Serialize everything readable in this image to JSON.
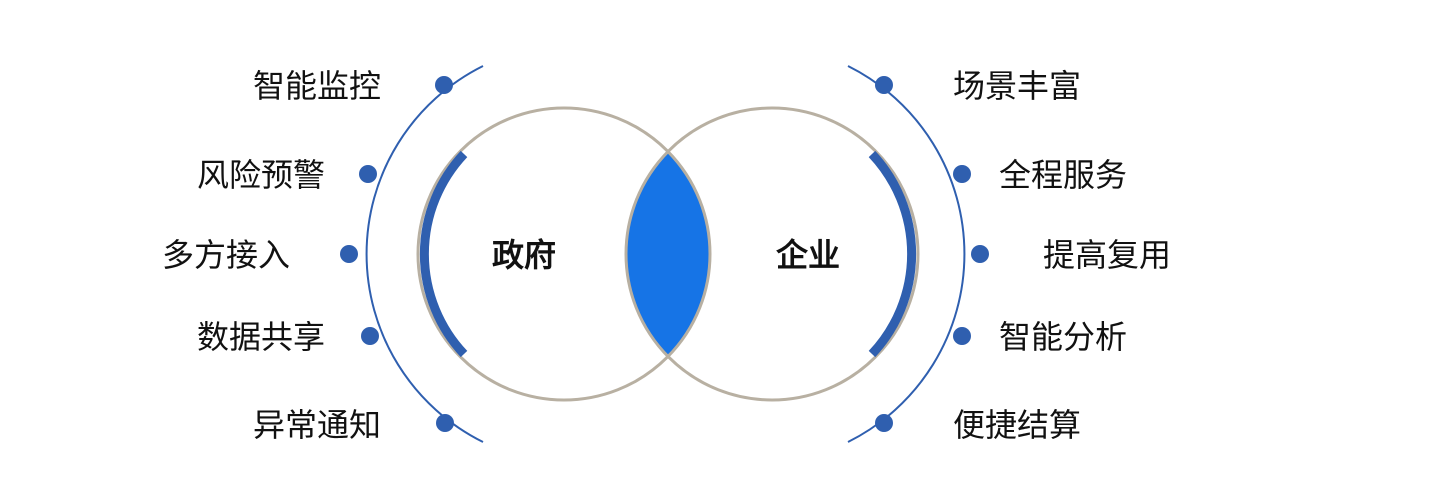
{
  "diagram": {
    "left": {
      "title": "政府",
      "items": [
        "智能监控",
        "风险预警",
        "多方接入",
        "数据共享",
        "异常通知"
      ]
    },
    "right": {
      "title": "企业",
      "items": [
        "场景丰富",
        "全程服务",
        "提高复用",
        "智能分析",
        "便捷结算"
      ]
    },
    "colors": {
      "circle_outline": "#b8b0a2",
      "intersection": "#1674e6",
      "accent_arc": "#2f5faf",
      "orbit_line": "#2f5faf",
      "dot": "#2f5faf",
      "text": "#111111"
    }
  }
}
